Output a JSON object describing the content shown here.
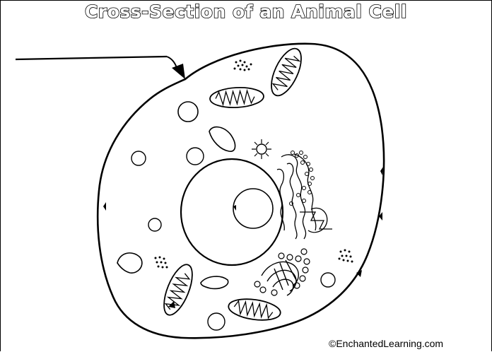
{
  "title": "Cross-Section of an Animal Cell",
  "credit": "©EnchantedLearning.com",
  "colors": {
    "line": "#000000",
    "background": "#ffffff"
  },
  "label_lines": 1
}
